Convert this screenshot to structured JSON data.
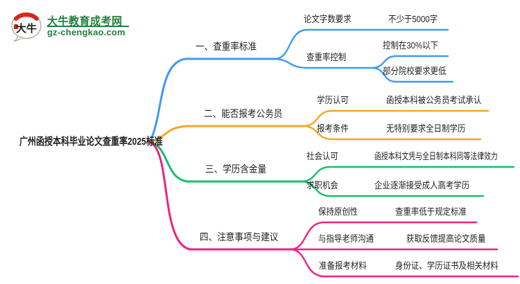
{
  "logo": {
    "badge_text": "大牛",
    "site_name": "大牛教育成考网",
    "site_domain": "gz-chengkao.com",
    "brand_green": "#267f3d",
    "badge_red": "#d8271c"
  },
  "colors": {
    "branch1": "#3e9af3",
    "branch2": "#f6a623",
    "branch3": "#15be6e",
    "branch4": "#f0217e",
    "text": "#1f1f1f",
    "background": "#ffffff"
  },
  "mindmap": {
    "root": "广州函授本科毕业论文查重率2025标准",
    "branches": [
      {
        "label": "一、查重率标准",
        "children": [
          {
            "label": "论文字数要求",
            "value": "不少于5000字"
          },
          {
            "label": "查重率控制",
            "children": [
              {
                "label": "控制在30%以下"
              },
              {
                "label": "部分院校要求更低"
              }
            ]
          }
        ]
      },
      {
        "label": "二、能否报考公务员",
        "children": [
          {
            "label": "学历认可",
            "value": "函授本科被公务员考试承认"
          },
          {
            "label": "报考条件",
            "value": "无特别要求全日制学历"
          }
        ]
      },
      {
        "label": "三、学历含金量",
        "children": [
          {
            "label": "社会认可",
            "value": "函授本科文凭与全日制本科同等法律效力"
          },
          {
            "label": "求职机会",
            "value": "企业逐渐接受成人高考学历"
          }
        ]
      },
      {
        "label": "四、注意事项与建议",
        "children": [
          {
            "label": "保持原创性",
            "value": "查重率低于规定标准"
          },
          {
            "label": "与指导老师沟通",
            "value": "获取反馈提高论文质量"
          },
          {
            "label": "准备报考材料",
            "value": "身份证、学历证书及相关材料"
          }
        ]
      }
    ]
  }
}
